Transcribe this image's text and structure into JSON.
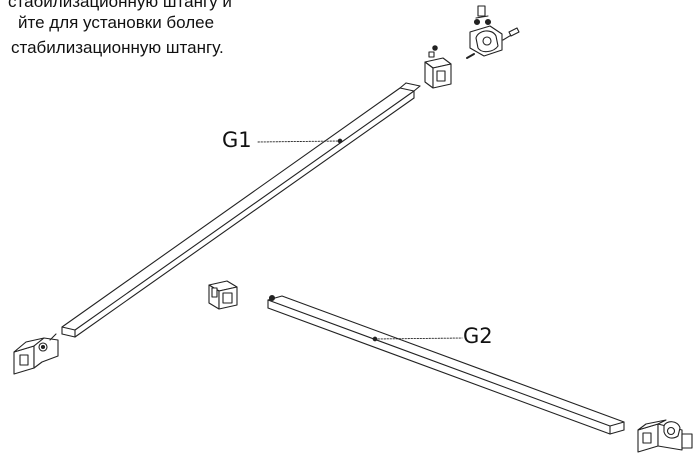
{
  "instruction_lines": [
    "стабилизационную штангу и",
    "йте для установки более",
    "стабилизационную штангу."
  ],
  "labels": {
    "g1": "G1",
    "g2": "G2"
  },
  "colors": {
    "line": "#222222",
    "background": "#ffffff"
  }
}
